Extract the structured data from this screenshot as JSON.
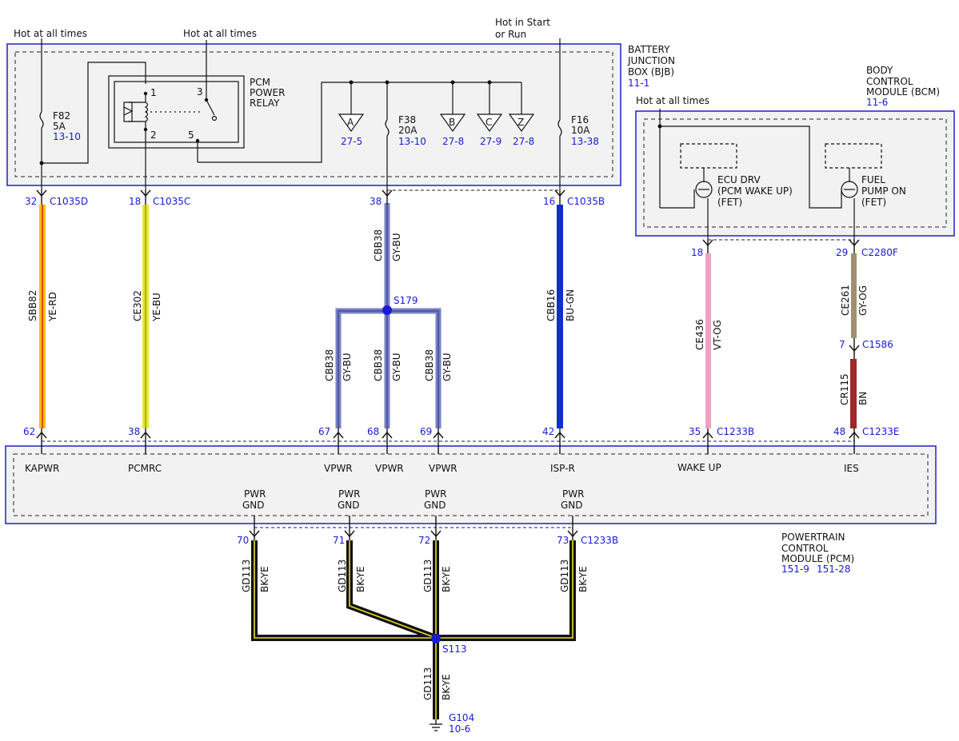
{
  "colors": {
    "module_border": "#2020c8",
    "module_fill": "#f2f2f2",
    "link_blue": "#1a1ad6",
    "wire_YE-RD_base": "#f2c200",
    "wire_YE-RD_stripe": "#e02020",
    "wire_YE-BU_base": "#e8e830",
    "wire_YE-BU_stripe": "#a0a040",
    "wire_GY-BU": "#7a80c0",
    "wire_BU-GN": "#1030c8",
    "wire_VT-OG": "#f0a0c0",
    "wire_GY-OG": "#a09070",
    "wire_BN": "#a02828",
    "wire_BK-YE_base": "#111111",
    "wire_BK-YE_stripe": "#e8e020"
  },
  "sources": {
    "hot1": "Hot at all times",
    "hot2": "Hot at all times",
    "hot_start1": "Hot in Start",
    "hot_start2": "or Run",
    "hot_bcm": "Hot at all times"
  },
  "bjb": {
    "l1": "BATTERY",
    "l2": "JUNCTION",
    "l3": "BOX (BJB)",
    "ref": "11-1",
    "relay": {
      "l1": "PCM",
      "l2": "POWER",
      "l3": "RELAY",
      "p1": "1",
      "p2": "2",
      "p3": "3",
      "p5": "5"
    },
    "f82": {
      "name": "F82",
      "amps": "5A",
      "ref": "13-10"
    },
    "f38": {
      "name": "F38",
      "amps": "20A",
      "ref": "13-10"
    },
    "f16": {
      "name": "F16",
      "amps": "10A",
      "ref": "13-38"
    },
    "tri_a": {
      "letter": "A",
      "ref": "27-5"
    },
    "tri_b": {
      "letter": "B",
      "ref": "27-8"
    },
    "tri_c": {
      "letter": "C",
      "ref": "27-9"
    },
    "tri_z": {
      "letter": "Z",
      "ref": "27-8"
    }
  },
  "bcm": {
    "l1": "BODY",
    "l2": "CONTROL",
    "l3": "MODULE (BCM)",
    "ref": "11-6",
    "ecu_l1": "ECU DRV",
    "ecu_l2": "(PCM WAKE UP)",
    "ecu_l3": "(FET)",
    "fp_l1": "FUEL",
    "fp_l2": "PUMP ON",
    "fp_l3": "(FET)"
  },
  "pcm": {
    "l1": "POWERTRAIN",
    "l2": "CONTROL",
    "l3": "MODULE (PCM)",
    "ref1": "151-9",
    "ref2": "151-28",
    "kapwr": "KAPWR",
    "pcmrc": "PCMRC",
    "vpwr1": "VPWR",
    "vpwr2": "VPWR",
    "vpwr3": "VPWR",
    "ispr": "ISP-R",
    "wakeup": "WAKE UP",
    "ies": "IES",
    "gnd1": "PWR",
    "gnd1b": "GND",
    "gnd2": "PWR",
    "gnd2b": "GND",
    "gnd3": "PWR",
    "gnd3b": "GND",
    "gnd4": "PWR",
    "gnd4b": "GND"
  },
  "pins": {
    "top_32": "32",
    "c1035d": "C1035D",
    "top_18": "18",
    "c1035c": "C1035C",
    "top_38": "38",
    "top_16": "16",
    "c1035b": "C1035B",
    "bcm_18": "18",
    "bcm_29": "29",
    "c2280f": "C2280F",
    "mid_7": "7",
    "c1586": "C1586",
    "bot_62": "62",
    "bot_38": "38",
    "bot_67": "67",
    "bot_68": "68",
    "bot_69": "69",
    "bot_42": "42",
    "bot_35": "35",
    "c1233b_a": "C1233B",
    "bot_48": "48",
    "c1233e": "C1233E",
    "g70": "70",
    "g71": "71",
    "g72": "72",
    "g73": "73",
    "c1233b_b": "C1233B"
  },
  "wires": {
    "w1_circ": "SBB82",
    "w1_col": "YE-RD",
    "w2_circ": "CE302",
    "w2_col": "YE-BU",
    "w3_circ": "CBB38",
    "w3_col": "GY-BU",
    "w4_circ": "CBB38",
    "w4_col": "GY-BU",
    "w5_circ": "CBB38",
    "w5_col": "GY-BU",
    "w6_circ": "CBB38",
    "w6_col": "GY-BU",
    "w7_circ": "CBB16",
    "w7_col": "BU-GN",
    "w8_circ": "CE436",
    "w8_col": "VT-OG",
    "w9_circ": "CE261",
    "w9_col": "GY-OG",
    "w10_circ": "CR115",
    "w10_col": "BN",
    "g1_circ": "GD113",
    "g1_col": "BK-YE",
    "g2_circ": "GD113",
    "g2_col": "BK-YE",
    "g3_circ": "GD113",
    "g3_col": "BK-YE",
    "g4_circ": "GD113",
    "g4_col": "BK-YE",
    "g5_circ": "GD113",
    "g5_col": "BK-YE"
  },
  "splices": {
    "s179": "S179",
    "s113": "S113"
  },
  "ground": {
    "name": "G104",
    "ref": "10-6"
  }
}
